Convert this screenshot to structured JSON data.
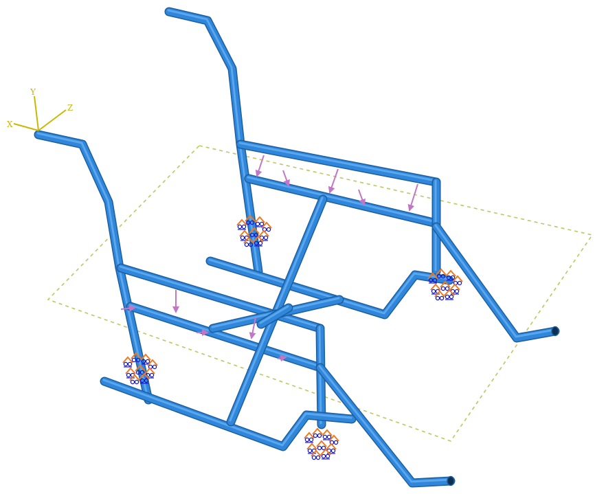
{
  "triad": {
    "x_label": "X",
    "y_label": "Y",
    "z_label": "Z"
  },
  "colors": {
    "tube": "#2f86da",
    "tube_dark": "#1d5f9e",
    "tube_light": "#5aa7ee",
    "load_arrow": "#c276c6",
    "bc_orange": "#ef7a1e",
    "bc_blue": "#1616c8",
    "plane_outline": "#bcc760",
    "triad": "#c9b800",
    "background": "#ffffff"
  },
  "icons": {
    "load": "load-arrow-icon",
    "boundary_condition": "fixed-support-icon",
    "triad": "coordinate-triad-icon"
  }
}
